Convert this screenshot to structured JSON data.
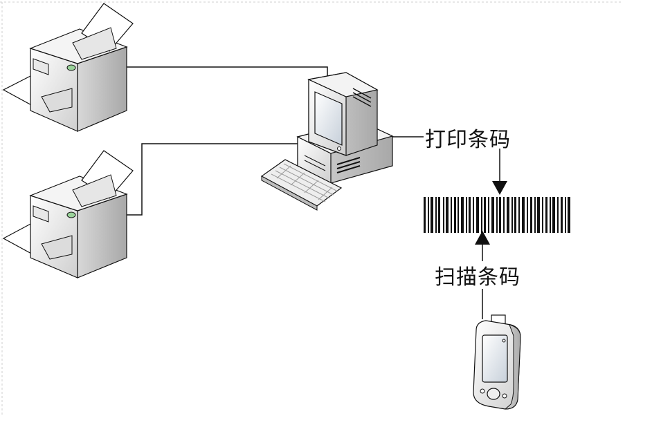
{
  "labels": {
    "print_barcode": "打印条码",
    "scan_barcode": "扫描条码"
  },
  "devices": {
    "printers": [
      "printer-top",
      "printer-bottom"
    ],
    "computer": "desktop-computer",
    "scanner": "handheld-scanner"
  },
  "colors": {
    "line": "#111111",
    "device_fill": "#f2f2f2",
    "device_shadow": "#c9c9c9",
    "screen": "#dfe6ee",
    "led": "#9ad29a"
  }
}
